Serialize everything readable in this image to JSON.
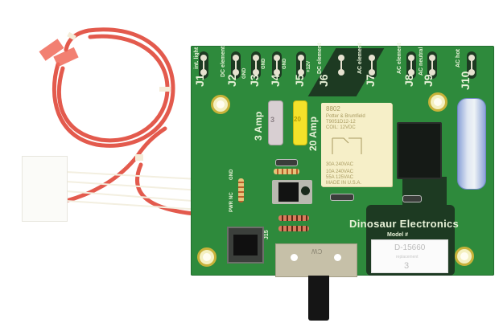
{
  "image": {
    "subject": "Printed circuit board with wire harness",
    "background_color": "#ffffff"
  },
  "board": {
    "color": "#2e8a3c",
    "brand": "Dinosaur Electronics",
    "model_label": "Model #",
    "model_number": "D-15660",
    "model_sub": "replacement",
    "model_rev": "3",
    "jumpers": [
      {
        "id": "J1",
        "label": "int. light"
      },
      {
        "id": "J2",
        "label": "DC element",
        "sub": "GND"
      },
      {
        "id": "J3",
        "label": "",
        "sub": "GND"
      },
      {
        "id": "J4",
        "label": "",
        "sub": "GND"
      },
      {
        "id": "J5",
        "label": "",
        "sub": "+12V"
      },
      {
        "id": "J6",
        "label": "DC element"
      },
      {
        "id": "J7",
        "label": "AC element"
      },
      {
        "id": "J8",
        "label": "AC element"
      },
      {
        "id": "J9",
        "label": "AC neutral"
      },
      {
        "id": "J10",
        "label": "AC hot"
      }
    ],
    "fuse_3a_label": "3 Amp",
    "fuse_3a_value": "3",
    "fuse_20a_label": "20 Amp",
    "fuse_20a_value": "20",
    "pin_labels": [
      "GND",
      "NC",
      "PWR"
    ],
    "connector_label": "J15",
    "switch_label": "CW"
  },
  "relay": {
    "part": "8802",
    "maker": "Potter & Brumfield",
    "model": "T9051D12-12",
    "coil": "COIL: 12VDC",
    "rating1": "30A  240VAC",
    "rating2": "10A  240VAC",
    "rating3": "55A  125VAC",
    "origin": "MADE IN U.S.A."
  },
  "harness": {
    "wire_color": "#e2574c"
  }
}
